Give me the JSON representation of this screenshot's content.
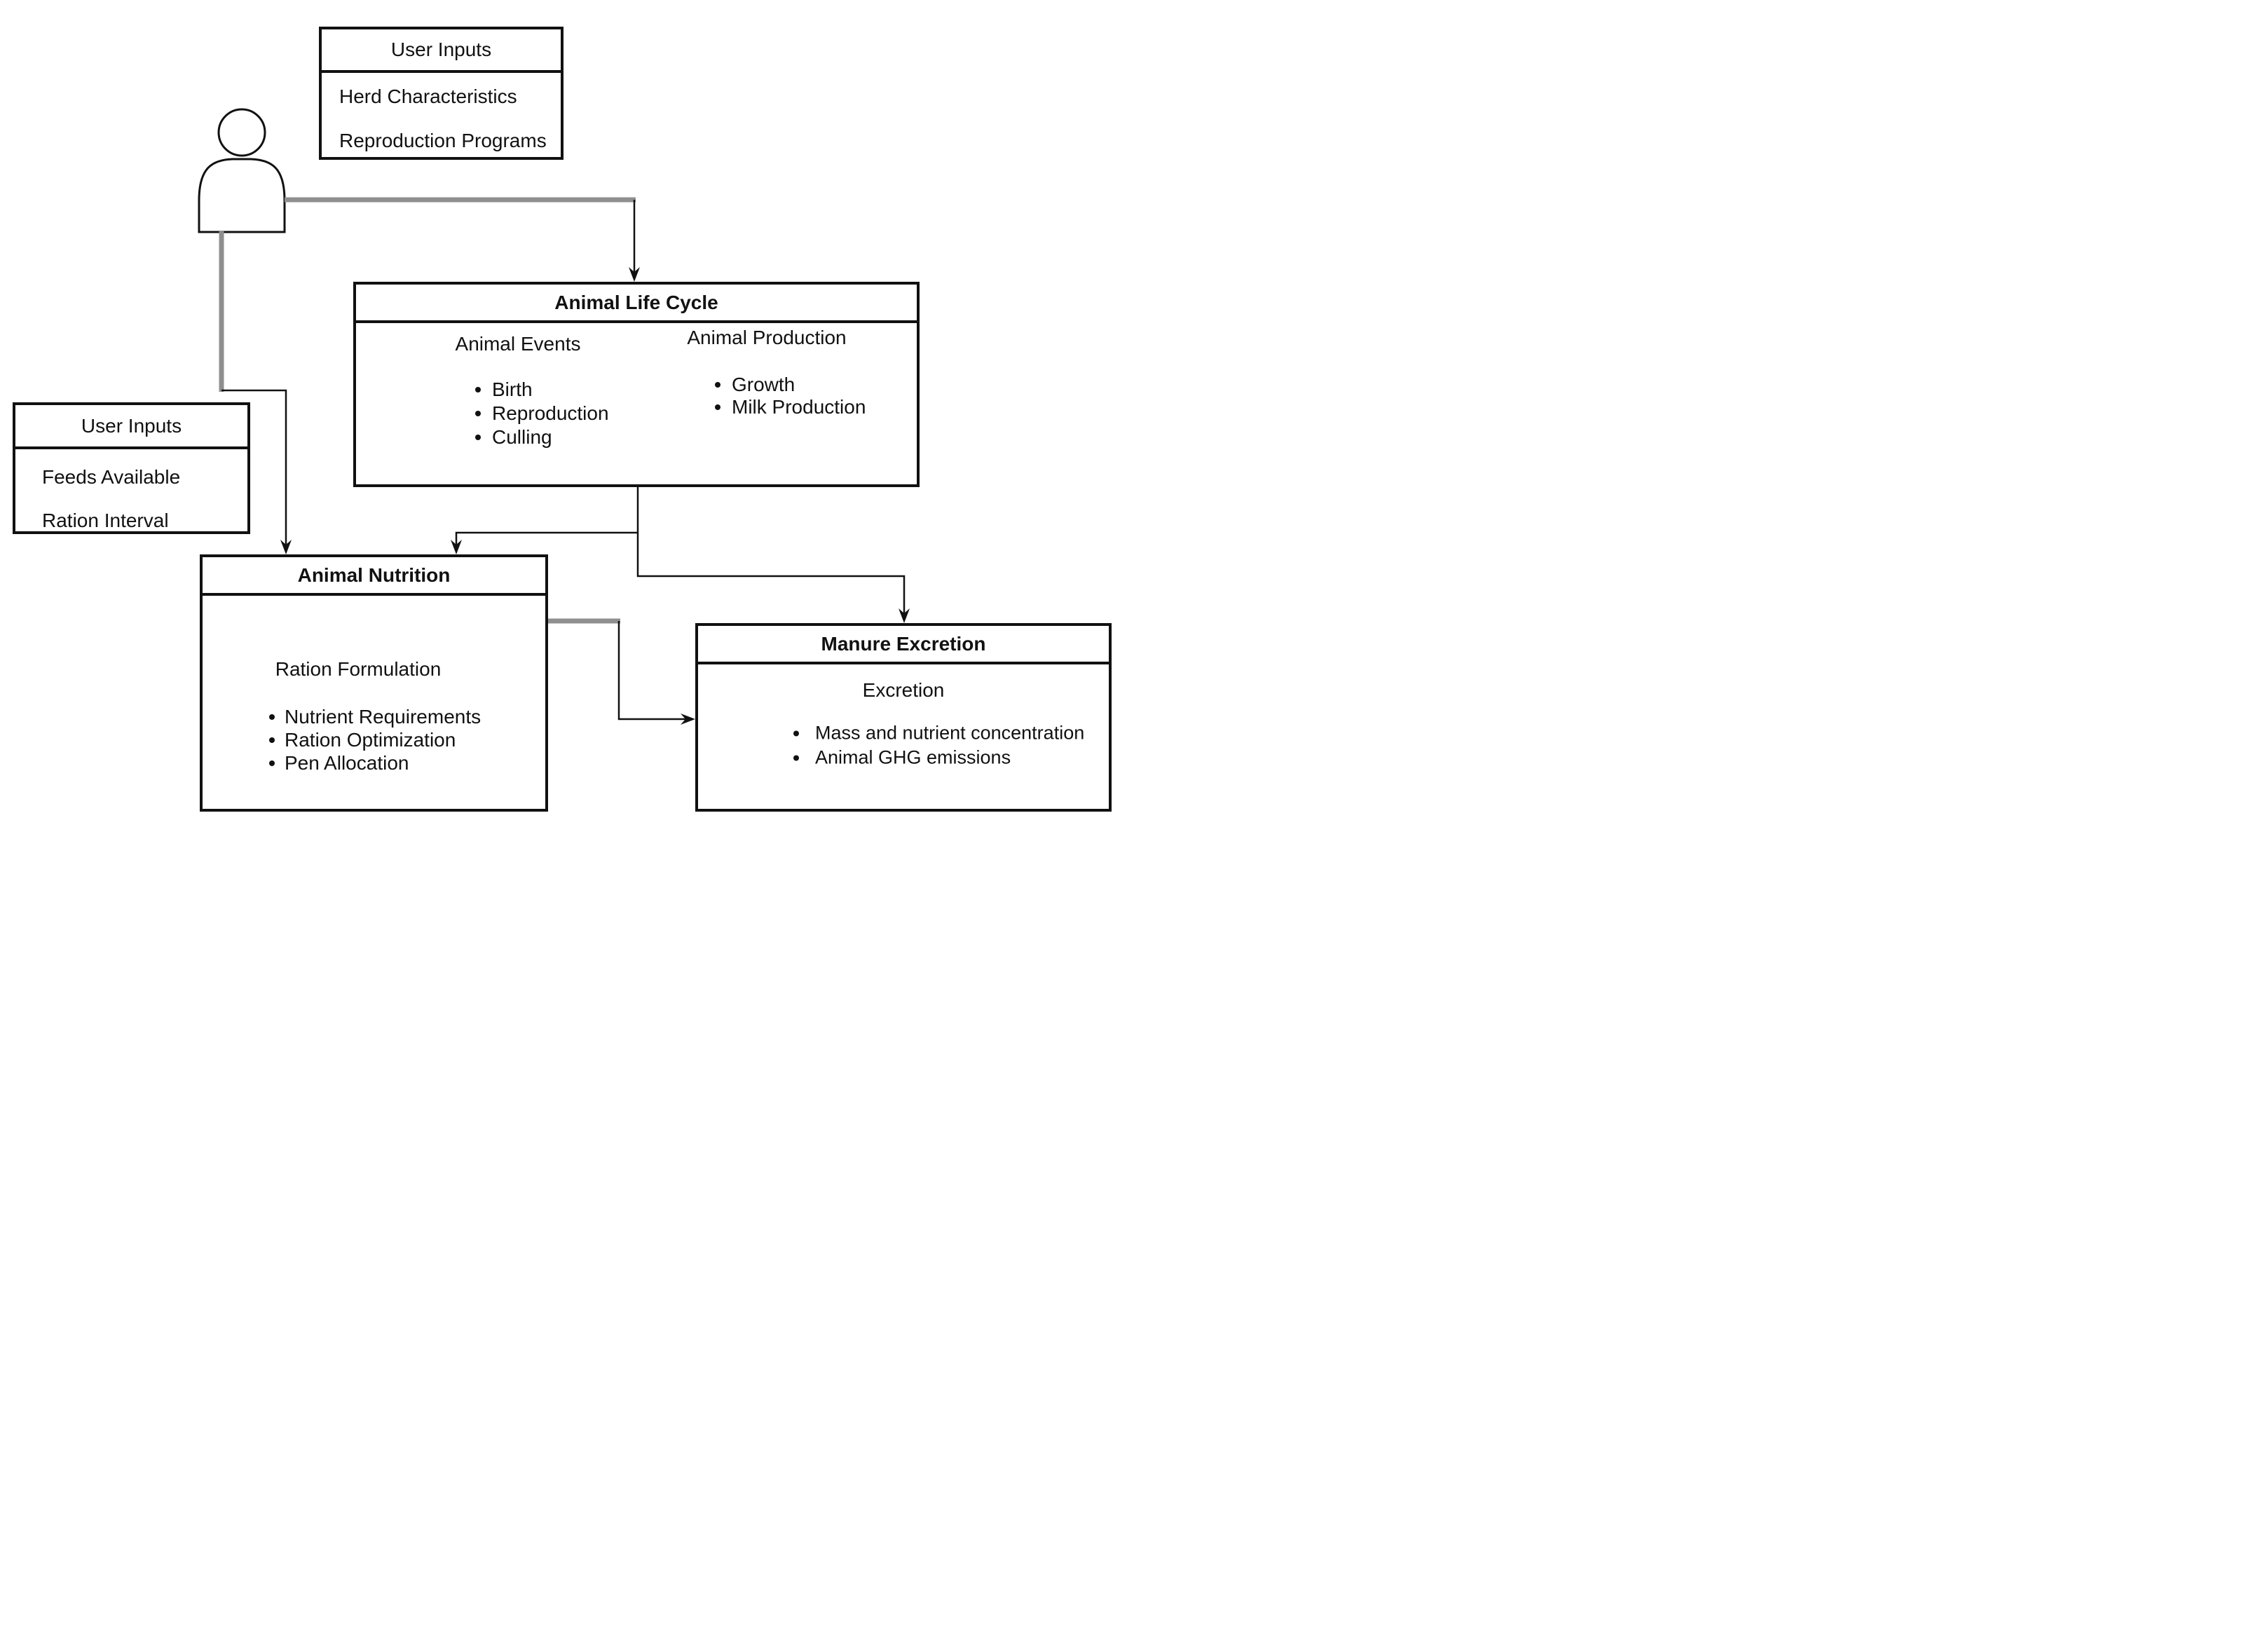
{
  "diagram": {
    "type": "flowchart",
    "background": "#ffffff",
    "colors": {
      "line_black": "#111111",
      "connector_gray": "#8f8f8f",
      "text": "#111111"
    }
  },
  "boxes": {
    "user_inputs_top": {
      "title": "User Inputs",
      "items": [
        "Herd Characteristics",
        "Reproduction Programs"
      ]
    },
    "user_inputs_left": {
      "title": "User Inputs",
      "items": [
        "Feeds Available",
        "Ration Interval"
      ]
    },
    "animal_life_cycle": {
      "title": "Animal Life Cycle",
      "columns": [
        {
          "header": "Animal Events",
          "bullets": [
            "Birth",
            "Reproduction",
            "Culling"
          ]
        },
        {
          "header": "Animal Production",
          "bullets": [
            "Growth",
            "Milk Production"
          ]
        }
      ]
    },
    "animal_nutrition": {
      "title": "Animal Nutrition",
      "header": "Ration Formulation",
      "bullets": [
        "Nutrient Requirements",
        "Ration Optimization",
        "Pen Allocation"
      ]
    },
    "manure_excretion": {
      "title": "Manure Excretion",
      "header": "Excretion",
      "bullets": [
        "Mass and nutrient concentration",
        "Animal GHG emissions"
      ]
    }
  },
  "edges": [
    {
      "from": "user",
      "to": "animal_life_cycle"
    },
    {
      "from": "user",
      "to": "animal_nutrition"
    },
    {
      "from": "animal_life_cycle",
      "to": "animal_nutrition"
    },
    {
      "from": "animal_life_cycle",
      "to": "manure_excretion"
    },
    {
      "from": "animal_nutrition",
      "to": "manure_excretion"
    }
  ]
}
